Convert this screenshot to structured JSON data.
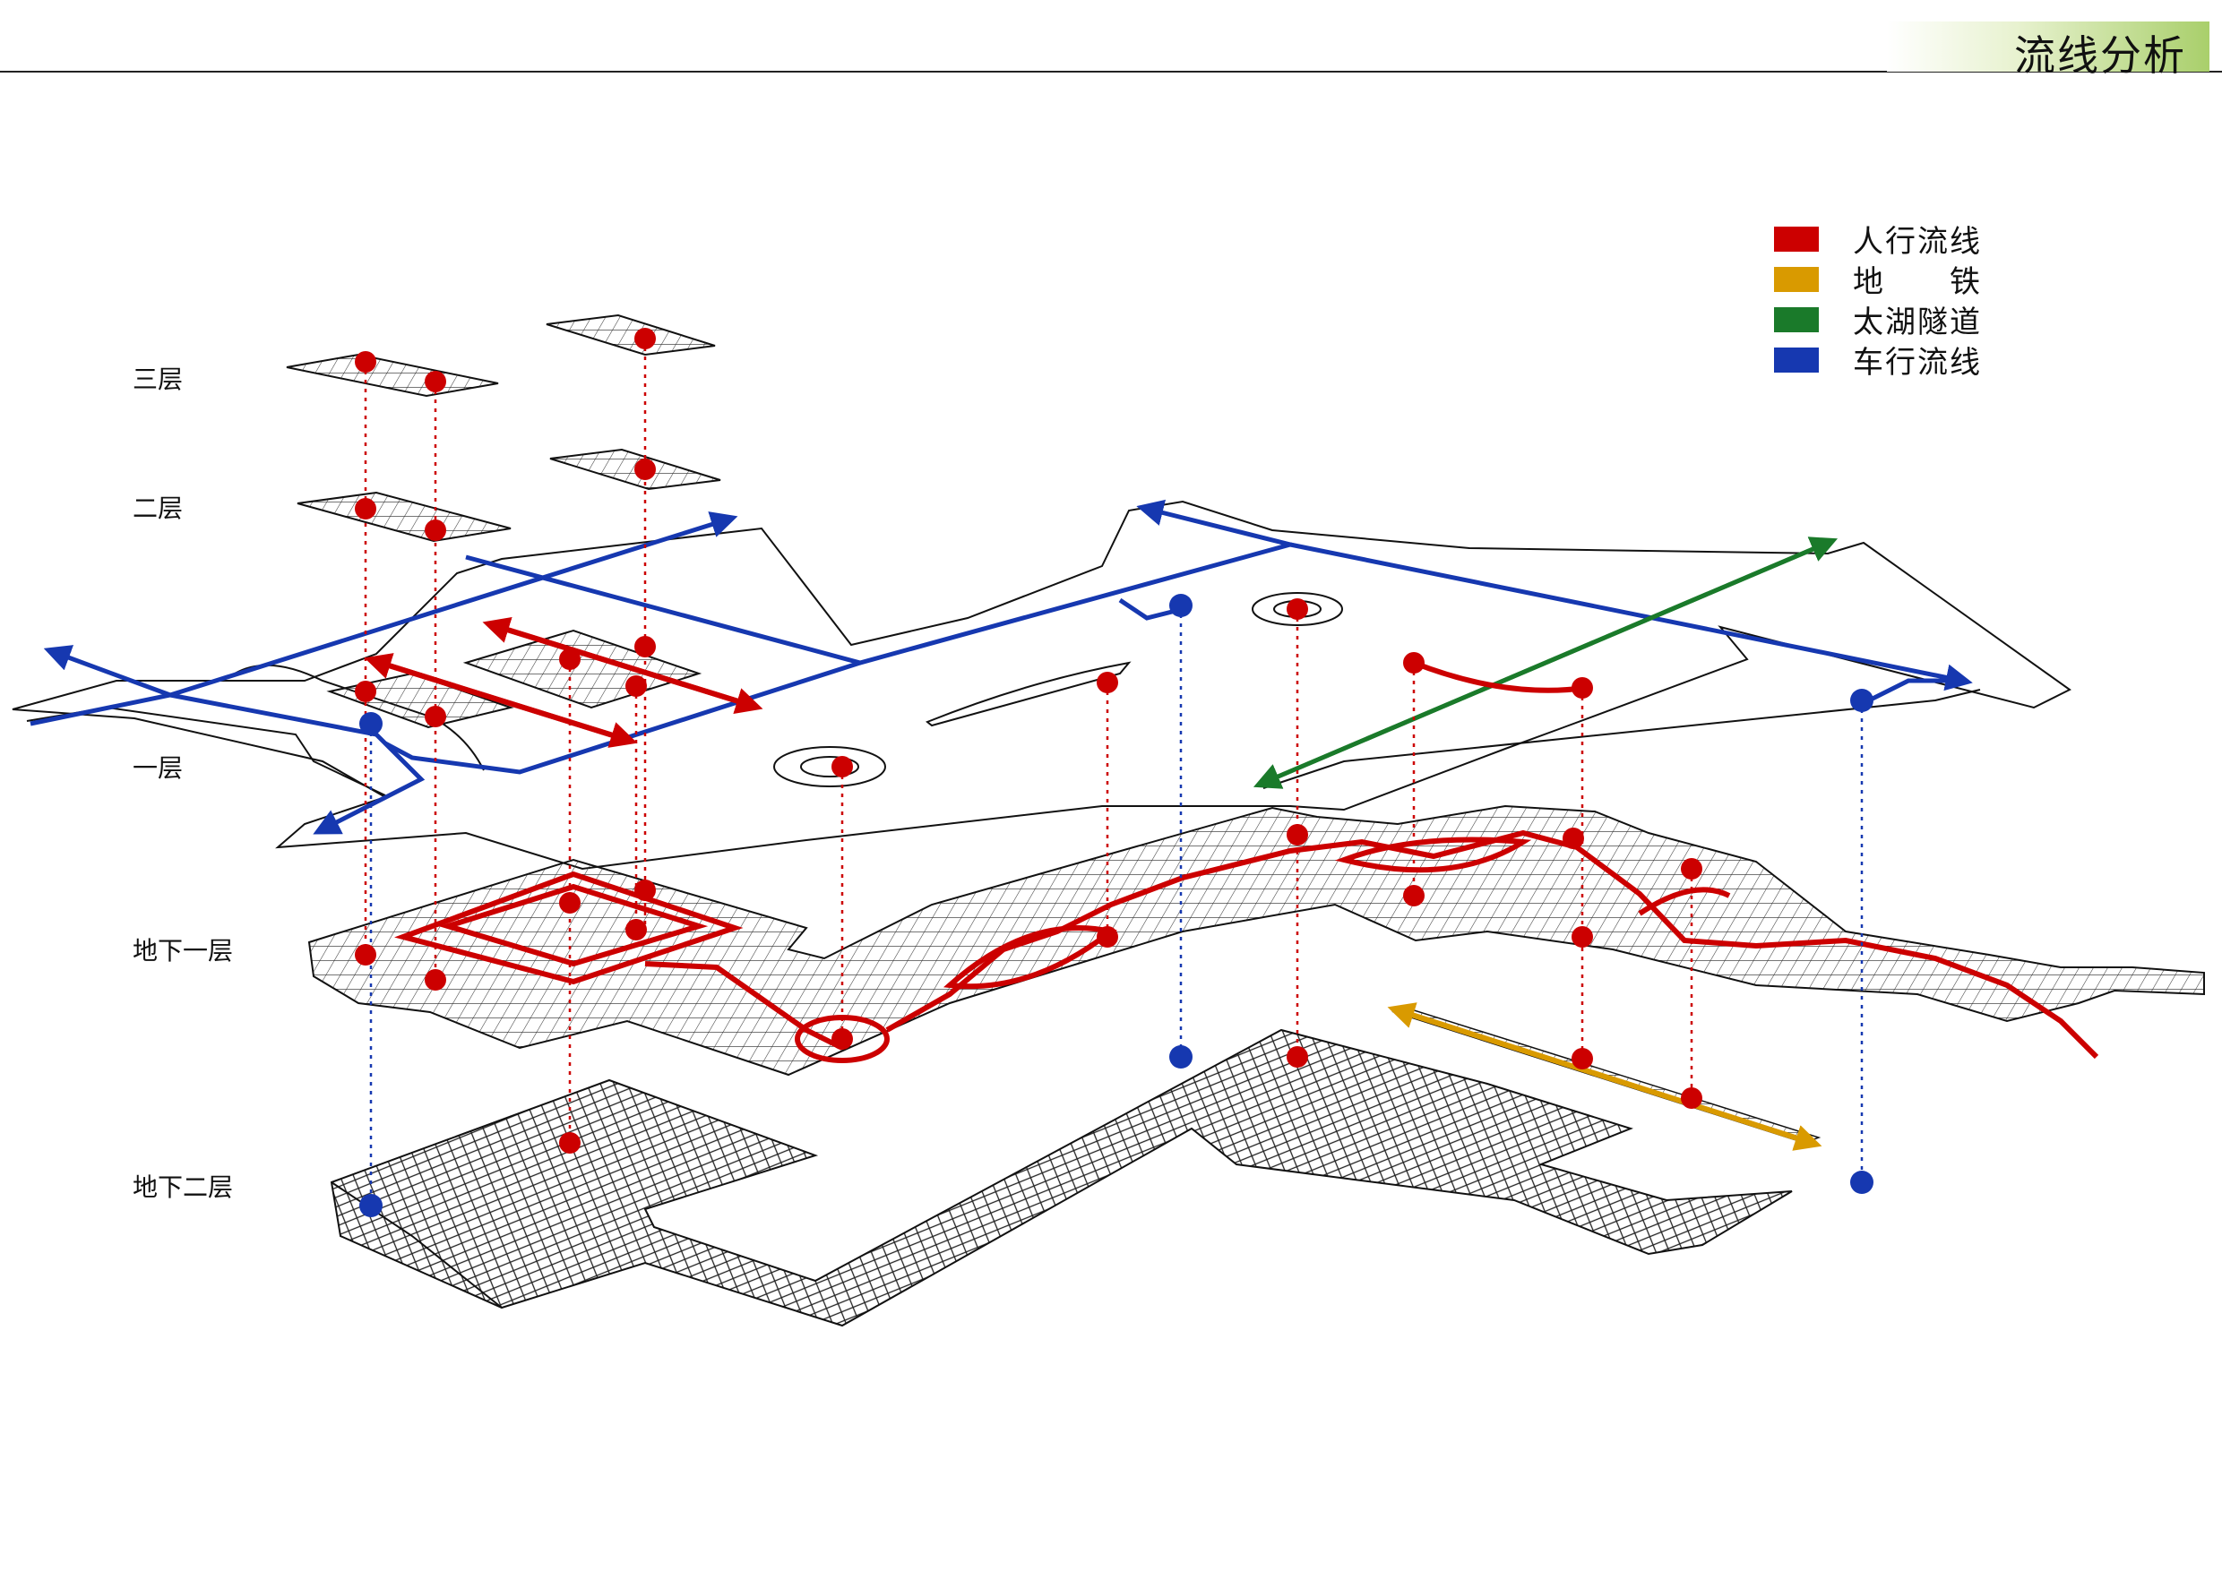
{
  "title": "流线分析",
  "legend": [
    {
      "label": "人行流线",
      "color": "#cc0000"
    },
    {
      "label": "地　　铁",
      "color": "#d99a00"
    },
    {
      "label": "太湖隧道",
      "color": "#1a7a2a"
    },
    {
      "label": "车行流线",
      "color": "#1638b0"
    }
  ],
  "levels": {
    "f3": "三层",
    "f2": "二层",
    "f1": "一层",
    "b1": "地下一层",
    "b2": "地下二层"
  }
}
